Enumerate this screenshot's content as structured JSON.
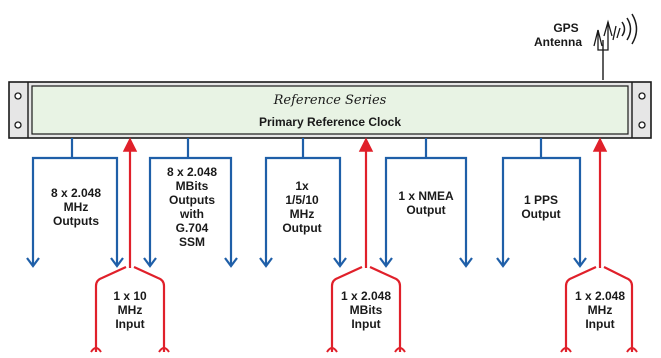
{
  "device": {
    "brand": "Reference Series",
    "name": "Primary Reference Clock"
  },
  "antenna": {
    "label_lines": [
      "GPS",
      "Antenna"
    ]
  },
  "outputs": [
    {
      "label_lines": [
        "8 x 2.048",
        "MHz",
        "Outputs"
      ]
    },
    {
      "label_lines": [
        "8 x 2.048",
        "MBits",
        "Outputs",
        "with",
        "G.704",
        "SSM"
      ]
    },
    {
      "label_lines": [
        "1x",
        "1/5/10",
        "MHz",
        "Output"
      ]
    },
    {
      "label_lines": [
        "1 x NMEA",
        "Output"
      ]
    },
    {
      "label_lines": [
        "1 PPS",
        "Output"
      ]
    }
  ],
  "inputs": [
    {
      "label_lines": [
        "1 x 10",
        "MHz",
        "Input"
      ]
    },
    {
      "label_lines": [
        "1 x 2.048",
        "MBits",
        "Input"
      ]
    },
    {
      "label_lines": [
        "1 x 2.048",
        "MHz",
        "Input"
      ]
    }
  ],
  "colors": {
    "output_arrow": "#1f5fa8",
    "input_arrow": "#e0202a",
    "panel_fill": "#e8f3e4",
    "rack_fill": "#e6e6e6",
    "outline": "#1a1a1a"
  }
}
